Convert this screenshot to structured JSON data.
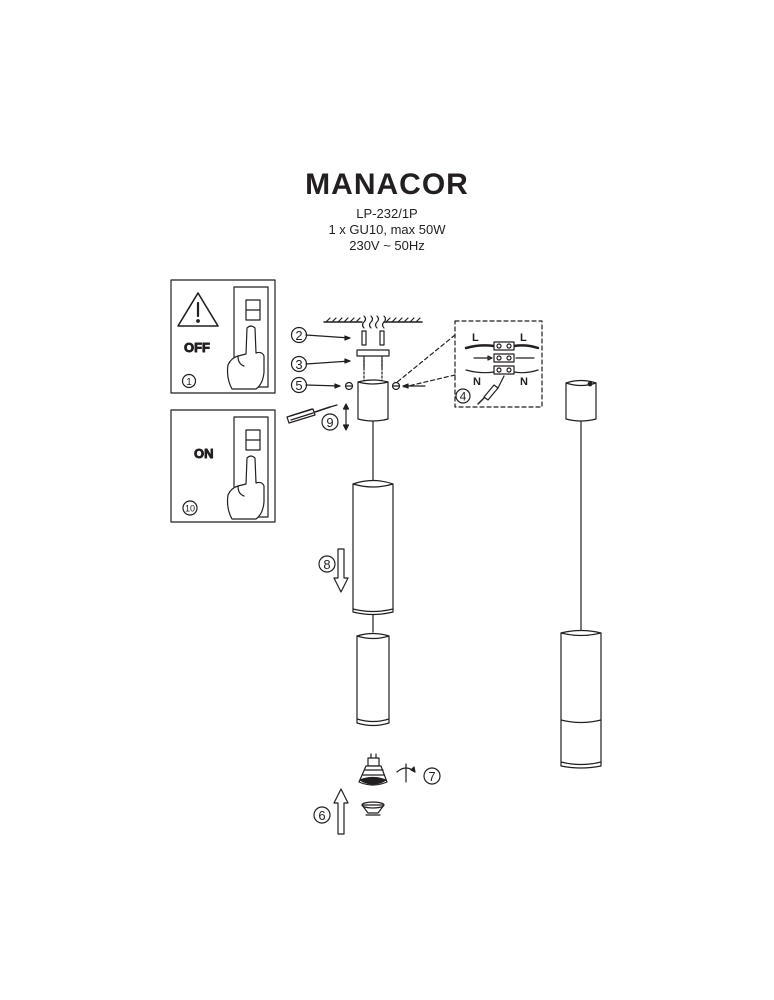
{
  "header": {
    "product_name": "MANACOR",
    "model": "LP-232/1P",
    "bulb_spec": "1 x GU10, max 50W",
    "voltage": "230V ~ 50Hz"
  },
  "panels": {
    "off": {
      "label": "OFF",
      "step": "1"
    },
    "on": {
      "label": "ON",
      "step": "10"
    }
  },
  "steps": {
    "s2": "2",
    "s3": "3",
    "s4": "4",
    "s5": "5",
    "s6": "6",
    "s7": "7",
    "s8": "8",
    "s9": "9"
  },
  "wiring": {
    "live_left": "L",
    "live_right": "L",
    "neutral_left": "N",
    "neutral_right": "N"
  },
  "colors": {
    "line": "#231f20",
    "background": "#ffffff"
  },
  "icons": [
    "warning-icon",
    "wall-switch-icon",
    "hand-icon",
    "screwdriver-icon",
    "gu10-bulb-icon",
    "rotate-arrow-icon",
    "arrow-down-icon",
    "arrow-up-icon"
  ]
}
